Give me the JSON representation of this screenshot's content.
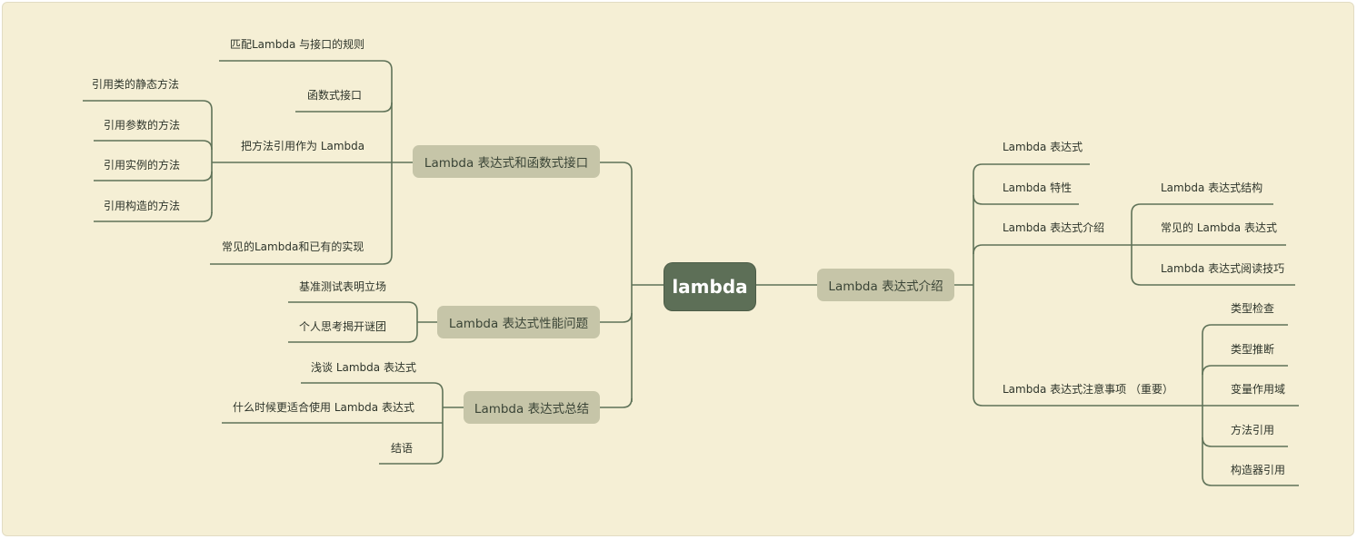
{
  "root": {
    "label": "lambda"
  },
  "colors": {
    "background": "#f5efd5",
    "root": "#5d6f57",
    "topic": "#c6c5a8",
    "line": "#5f7258"
  },
  "left": {
    "interfaces": {
      "label": "Lambda 表达式和函数式接口",
      "children": {
        "match": "匹配Lambda 与接口的规则",
        "functional": "函数式接口",
        "method_ref": {
          "label": "把方法引用作为 Lambda",
          "children": [
            "引用类的静态方法",
            "引用参数的方法",
            "引用实例的方法",
            "引用构造的方法"
          ]
        },
        "common": "常见的Lambda和已有的实现"
      }
    },
    "performance": {
      "label": "Lambda 表达式性能问题",
      "children": [
        "基准测试表明立场",
        "个人思考揭开谜团"
      ]
    },
    "summary": {
      "label": "Lambda 表达式总结",
      "children": [
        "浅谈 Lambda 表达式",
        "什么时候更适合使用 Lambda 表达式",
        "结语"
      ]
    }
  },
  "right": {
    "intro": {
      "label": "Lambda 表达式介绍",
      "children": {
        "expr": "Lambda 表达式",
        "feature": "Lambda 特性",
        "intro2": {
          "label": "Lambda 表达式介绍",
          "children": [
            "Lambda 表达式结构",
            "常见的 Lambda 表达式",
            "Lambda 表达式阅读技巧"
          ]
        },
        "notes": {
          "label": "Lambda 表达式注意事项 （重要）",
          "children": [
            "类型检查",
            "类型推断",
            "变量作用域",
            "方法引用",
            "构造器引用"
          ]
        }
      }
    }
  }
}
